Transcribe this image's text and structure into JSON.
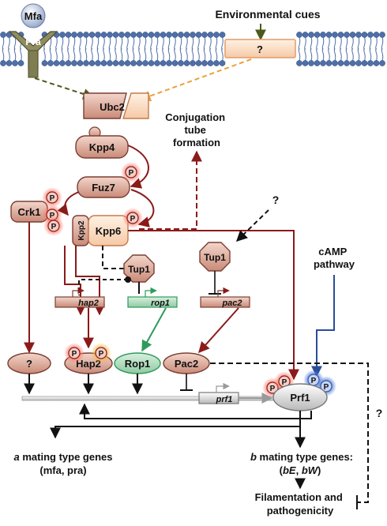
{
  "labels": {
    "environmental_cues": "Environmental cues",
    "mfa": "Mfa",
    "pra": "Pra",
    "membrane_receptor": "?",
    "ubc2": "Ubc2",
    "conjugation": [
      "Conjugation",
      "tube",
      "formation"
    ],
    "kpp4": "Kpp4",
    "fuz7": "Fuz7",
    "crk1": "Crk1",
    "kpp2": "Kpp2",
    "kpp6": "Kpp6",
    "tup1_left": "Tup1",
    "tup1_right": "Tup1",
    "unknown_signal": "?",
    "camp": [
      "cAMP",
      "pathway"
    ],
    "gene_hap2": "hap2",
    "gene_rop1": "rop1",
    "gene_pac2": "pac2",
    "gene_prf1": "prf1",
    "unknown_factor": "?",
    "hap2": "Hap2",
    "rop1": "Rop1",
    "pac2": "Pac2",
    "prf1": "Prf1",
    "pac2_link_question": "?",
    "phospho": "P",
    "a_genes_line1_italic": "a",
    "a_genes_line1_rest": " mating type genes",
    "a_genes_line2": "(mfa, pra)",
    "b_genes_line1_italic": "b",
    "b_genes_line1_rest": " mating type genes:",
    "b_genes_line2_open": "(",
    "b_genes_line2_be": "bE",
    "b_genes_line2_sep": ", ",
    "b_genes_line2_bw": "bW",
    "b_genes_line2_close": ")",
    "outcome": [
      "Filamentation and",
      "pathogenicity"
    ]
  },
  "colors": {
    "membrane": "#4f6fa8",
    "protein_fill": "#dba897",
    "protein_edge": "#7a3f33",
    "kinase_arrow": "#8b1a1a",
    "cues_arrow": "#4a5a1a",
    "orange_dash": "#e8a13a",
    "rop1_green": "#2f9a5c",
    "camp_blue": "#2a4d9a",
    "phospho_red": "#e05050",
    "phospho_blue": "#3358b0",
    "black": "#111111"
  }
}
